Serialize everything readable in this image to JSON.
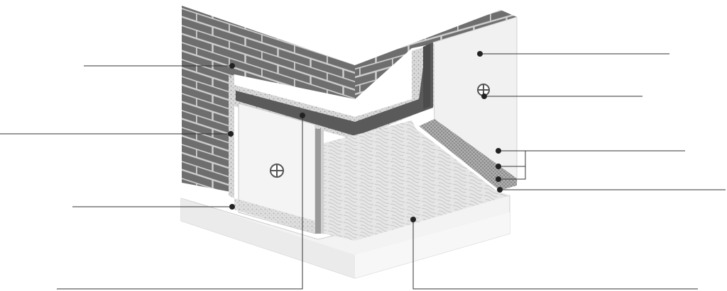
{
  "diagram": {
    "subject": "wall-insulation-cutaway",
    "callouts": [
      {
        "id": "brick-wall"
      },
      {
        "id": "insulation-layer-left"
      },
      {
        "id": "base-edge-left"
      },
      {
        "id": "dark-barrier-strip"
      },
      {
        "id": "floor-slab"
      },
      {
        "id": "plaster-finish"
      },
      {
        "id": "fixing-anchor"
      },
      {
        "id": "layer-stack"
      },
      {
        "id": "base-edge-right"
      }
    ],
    "colors": {
      "brick_fill": "#6e6e6e",
      "mortar": "#cfcfcf",
      "plaster": "#f1f1f1",
      "insulation": "#d9d9d9",
      "barrier": "#5a5a5a",
      "slab": "#f3f3f3",
      "floor_texture": "#e2e2e2",
      "leader_line": "#333333",
      "dot": "#222222"
    }
  }
}
